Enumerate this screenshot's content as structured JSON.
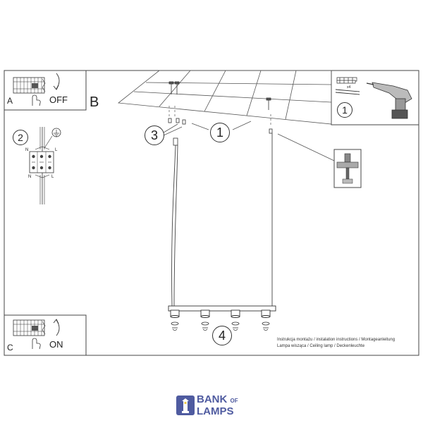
{
  "panels": {
    "a": {
      "letter": "A",
      "switch_label": "OFF"
    },
    "b": {
      "letter": "B"
    },
    "c": {
      "letter": "C",
      "switch_label": "ON"
    }
  },
  "steps": {
    "one": "1",
    "two": "2",
    "three": "3",
    "four": "4",
    "tools_one": "1"
  },
  "wiring": {
    "n_top": "N",
    "l_top": "L",
    "n_bottom": "N",
    "l_bottom": "L"
  },
  "tools": {
    "quantity": "x4"
  },
  "caption": {
    "line1": "Instrukcja montażu / instalation instructions / Montageanleitung",
    "line2": "Lampa wisząca / Ceiling lamp / Deckenleuchte"
  },
  "logo": {
    "word1": "BANK",
    "word2": "OF",
    "word3": "LAMPS",
    "color": "#4f5ba0"
  }
}
